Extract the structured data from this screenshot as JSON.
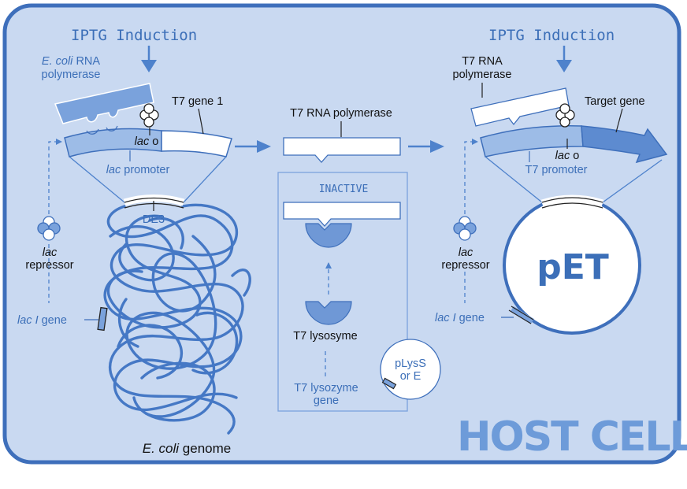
{
  "left": {
    "iptg": "IPTG Induction",
    "ecoli_rnap": [
      "E. coli",
      " RNA",
      "polymerase"
    ],
    "t7_gene1": "T7 gene 1",
    "lac_o": [
      "lac",
      " o"
    ],
    "lac_promoter": [
      "lac",
      " promoter"
    ],
    "de3": "DE3",
    "lac_repressor": [
      "lac",
      "repressor"
    ],
    "lacI_gene": [
      "lac I",
      " gene"
    ],
    "genome": [
      "E. coli",
      " genome"
    ]
  },
  "center": {
    "t7_rnap": "T7 RNA polymerase",
    "inactive": "INACTIVE",
    "t7_lysosyme": "T7 lysosyme",
    "t7_lysozyme_gene": [
      "T7 lysozyme",
      "gene"
    ],
    "plyss": [
      "pLysS",
      "or E"
    ]
  },
  "right": {
    "iptg": "IPTG Induction",
    "t7_rnap": [
      "T7 RNA",
      "polymerase"
    ],
    "target_gene": "Target gene",
    "lac_o": [
      "lac",
      " o"
    ],
    "t7_promoter": "T7 promoter",
    "lac_repressor": [
      "lac",
      "repressor"
    ],
    "lacI_gene": [
      "lac I",
      " gene"
    ],
    "pet": "pET"
  },
  "host_cell": "HOST CELL",
  "colors": {
    "frame": "#3e6fbb",
    "cell": "#c9d9f1",
    "dna": "#9dbce7",
    "accent": "#4e82cc"
  }
}
